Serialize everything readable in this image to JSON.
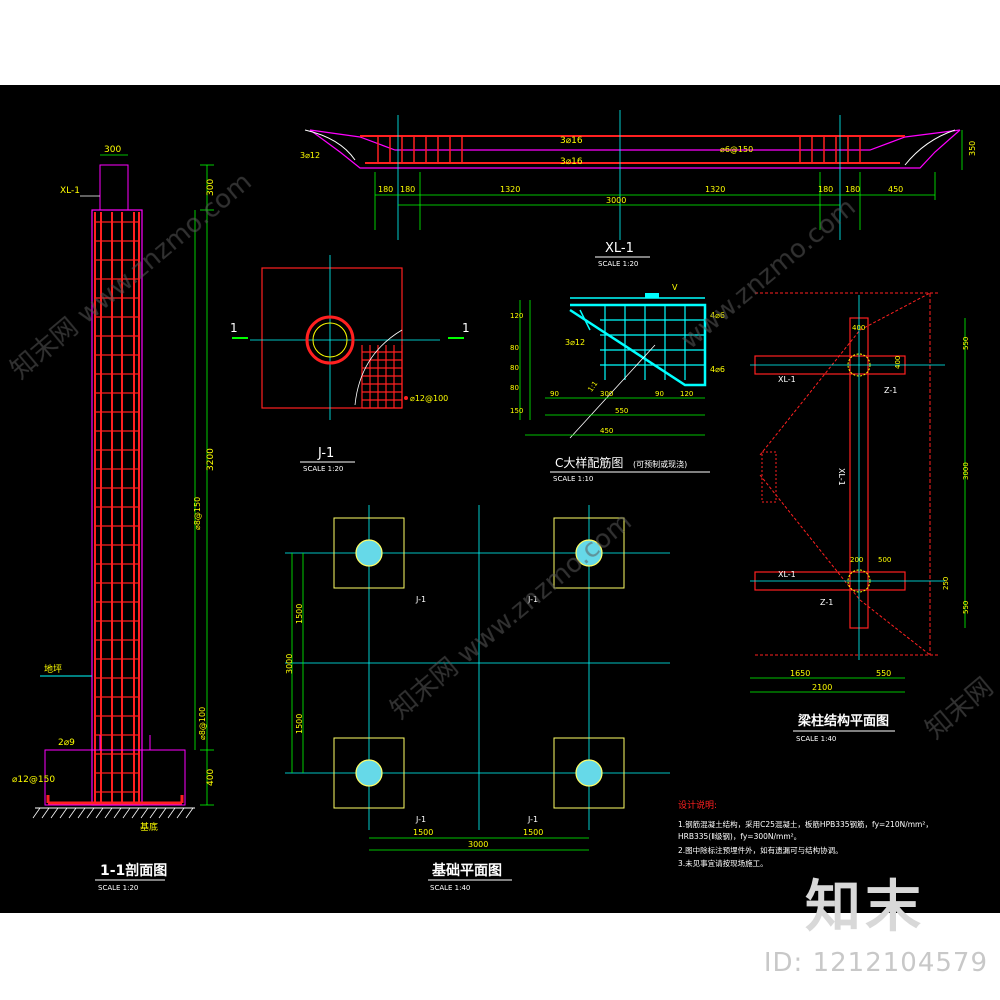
{
  "views": {
    "section": {
      "title": "1-1剖面图",
      "scale": "SCALE 1:20"
    },
    "beam": {
      "title": "XL-1",
      "scale": "SCALE 1:20"
    },
    "pile": {
      "title": "J-1",
      "scale": "SCALE 1:20"
    },
    "bracket": {
      "title": "C大样配筋图",
      "note": "(可预制或现浇)",
      "scale": "SCALE 1:10"
    },
    "foundation": {
      "title": "基础平面图",
      "scale": "SCALE 1:40"
    },
    "framing": {
      "title": "梁柱结构平面图",
      "scale": "SCALE 1:40"
    }
  },
  "labels": {
    "xl1_top_left": "XL-1",
    "section_marks": [
      "1",
      "1"
    ],
    "beam_rebar_top": "3⌀16",
    "beam_rebar_bottom": "3⌀16",
    "beam_stirrup": "⌀6@150",
    "beam_side": "3⌀12",
    "pile_stirrup": "⌀12@100",
    "bracket_v": "V",
    "bracket_rebar": "3⌀12",
    "bracket_a": "4⌀6",
    "bracket_b": "4⌀6",
    "j1": [
      "J-1",
      "J-1",
      "J-1",
      "J-1"
    ],
    "z1": [
      "Z-1",
      "Z-1"
    ],
    "xl1_plan": [
      "XL-1",
      "XL-1"
    ],
    "kl1_plan": "XL-1",
    "section_ground": "地坪",
    "section_base": "基底",
    "section_rebar": "⌀12@150",
    "section_stirrup": "2⌀9"
  },
  "dims": {
    "section_top": "300",
    "section_side": [
      "300",
      "3200",
      "400"
    ],
    "section_inner": [
      "⌀8@150",
      "⌀8@100"
    ],
    "beam_top": "350",
    "beam_spans": [
      "180",
      "180",
      "1320",
      "1320",
      "180",
      "180",
      "450"
    ],
    "beam_total": "3000",
    "bracket_h": [
      "120",
      "80",
      "80",
      "80",
      "150"
    ],
    "bracket_w": [
      "90",
      "300",
      "90",
      "120"
    ],
    "bracket_w2": "550",
    "bracket_w3": "450",
    "bracket_diag": "1:1",
    "found_side": [
      "1500",
      "3000",
      "1500"
    ],
    "found_bottom": [
      "1500",
      "3000",
      "1500"
    ],
    "framing_right": [
      "550",
      "3000",
      "250",
      "550"
    ],
    "framing_bottom": [
      "1650",
      "550"
    ],
    "framing_total": "2100",
    "framing_col": [
      "400",
      "400",
      "200",
      "500"
    ]
  },
  "notes": {
    "heading": "设计说明:",
    "lines": [
      "1.钢筋混凝土结构，采用C25混凝土，板筋HPB335钢筋，fy=210N/mm²，",
      "  HRB335(Ⅱ级钢)，fy=300N/mm²。",
      "2.图中除标注预埋件外，如有遗漏可与结构协调。",
      "3.未见事宜请按现场施工。"
    ]
  },
  "watermarks": [
    "知末网 www.znzmo.com",
    "知末网",
    "www.znzmo.com"
  ],
  "brand": "知末",
  "image_id": "ID: 1212104579"
}
